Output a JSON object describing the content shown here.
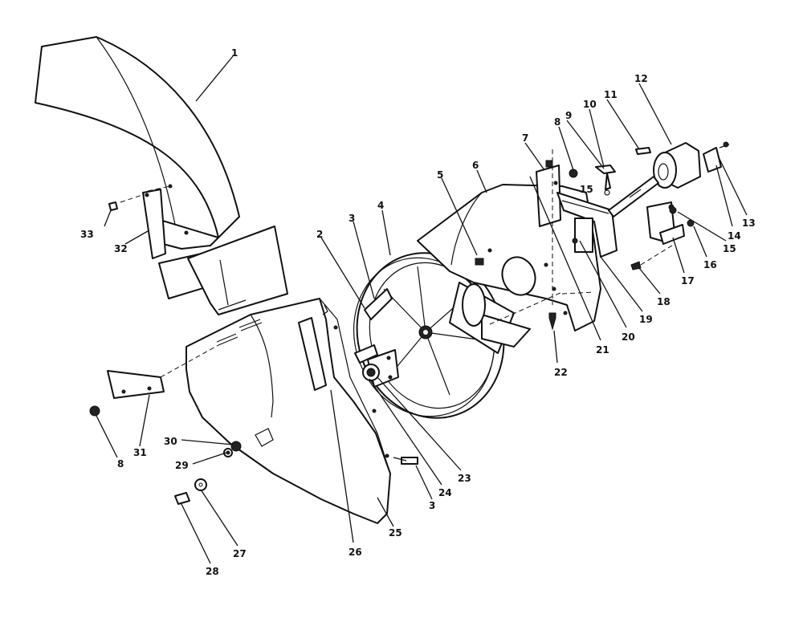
{
  "callouts": {
    "c1": "1",
    "c2": "2",
    "c3a": "3",
    "c3b": "3",
    "c4": "4",
    "c5": "5",
    "c6": "6",
    "c7": "7",
    "c8a": "8",
    "c8b": "8",
    "c9": "9",
    "c10": "10",
    "c11": "11",
    "c12": "12",
    "c13": "13",
    "c14": "14",
    "c15a": "15",
    "c15b": "15",
    "c16": "16",
    "c17": "17",
    "c18": "18",
    "c19": "19",
    "c20": "20",
    "c21": "21",
    "c22": "22",
    "c23": "23",
    "c24": "24",
    "c25": "25",
    "c26": "26",
    "c27": "27",
    "c28": "28",
    "c29": "29",
    "c30": "30",
    "c31": "31",
    "c32": "32",
    "c33": "33"
  }
}
